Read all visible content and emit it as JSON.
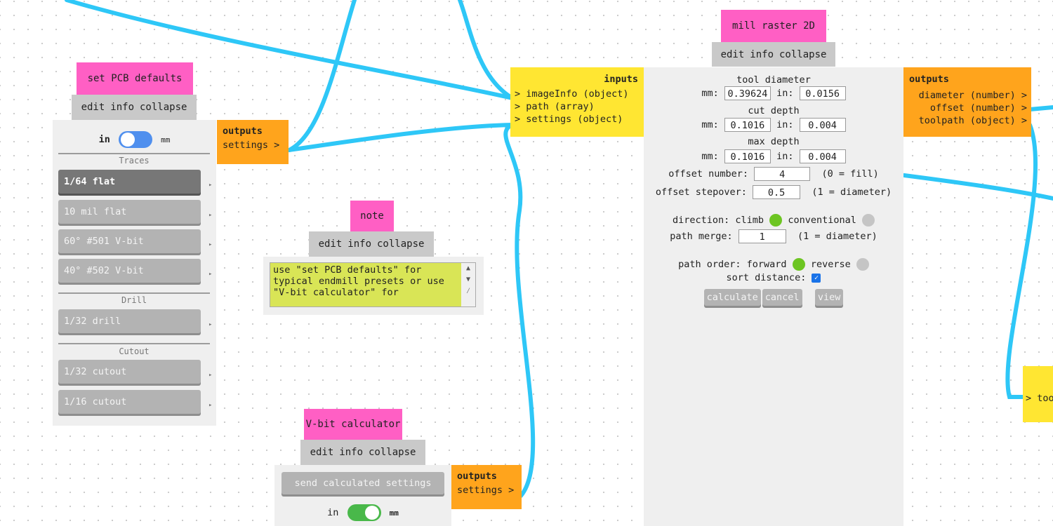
{
  "module_bar": {
    "edit": "edit",
    "info": "info",
    "collapse": "collapse"
  },
  "set_pcb": {
    "title": "set PCB defaults",
    "unit_in": "in",
    "unit_mm": "mm",
    "sections": {
      "traces": "Traces",
      "drill": "Drill",
      "cutout": "Cutout"
    },
    "presets": {
      "p1": "1/64 flat",
      "p2": "10 mil flat",
      "p3": "60° #501 V-bit",
      "p4": "40° #502 V-bit",
      "p5": "1/32 drill",
      "p6": "1/32 cutout",
      "p7": "1/16 cutout"
    },
    "tick": "▸",
    "outputs_label": "outputs",
    "output_settings": "settings >"
  },
  "note": {
    "title": "note",
    "text": "use \"set PCB defaults\" for typical endmill presets or use \"V-bit calculator\" for"
  },
  "vbit": {
    "title": "V-bit calculator",
    "send_button": "send calculated settings",
    "unit_in": "in",
    "unit_mm": "mm",
    "outputs_label": "outputs",
    "output_settings": "settings >"
  },
  "mill": {
    "title": "mill raster 2D",
    "inputs_label": "inputs",
    "in_image": "> imageInfo (object)",
    "in_path": "> path (array)",
    "in_settings": "> settings (object)",
    "outputs_label": "outputs",
    "out_diameter": "diameter (number) >",
    "out_offset": "offset (number) >",
    "out_toolpath": "toolpath (object) >",
    "tool_diameter_label": "tool diameter",
    "cut_depth_label": "cut depth",
    "max_depth_label": "max depth",
    "mm_label": "mm:",
    "in_label": "in:",
    "tool_mm": "0.39624",
    "tool_in": "0.0156",
    "cut_mm": "0.1016",
    "cut_in": "0.004",
    "max_mm": "0.1016",
    "max_in": "0.004",
    "offset_number_label": "offset number:",
    "offset_number": "4",
    "offset_number_hint": "(0 = fill)",
    "offset_stepover_label": "offset stepover:",
    "offset_stepover": "0.5",
    "offset_stepover_hint": "(1 = diameter)",
    "direction_label": "direction: climb",
    "conventional_label": "conventional",
    "path_merge_label": "path merge:",
    "path_merge": "1",
    "path_merge_hint": "(1 = diameter)",
    "path_order_label": "path order: forward",
    "reverse_label": "reverse",
    "sort_distance_label": "sort distance:",
    "calculate": "calculate",
    "cancel": "cancel",
    "view": "view"
  },
  "right_edge": {
    "input_partial": "> too"
  },
  "colors": {
    "title_pink": "#ff5fc4",
    "outputs_orange": "#ffa41c",
    "inputs_yellow": "#ffe632",
    "wire_blue": "#2ec7f7",
    "toggle_blue": "#4f8fee",
    "toggle_green": "#49b84a",
    "radio_green": "#6dc522"
  }
}
